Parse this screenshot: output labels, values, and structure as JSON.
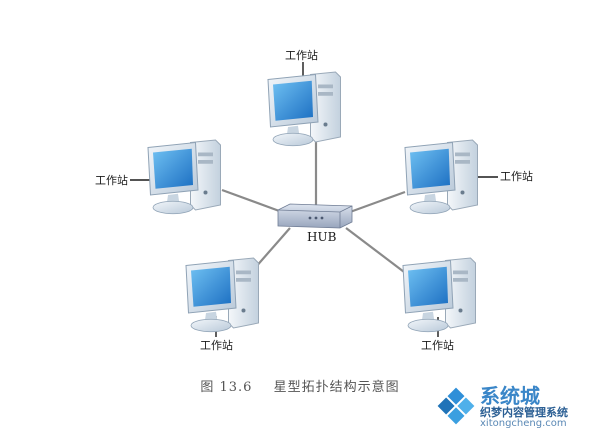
{
  "diagram": {
    "hub_label": "HUB",
    "nodes": [
      {
        "label": "工作站"
      },
      {
        "label": "工作站"
      },
      {
        "label": "工作站"
      },
      {
        "label": "工作站"
      },
      {
        "label": "工作站"
      }
    ],
    "caption_number": "图 13.6",
    "caption_text": "星型拓扑结构示意图"
  },
  "watermark": {
    "title": "系统城",
    "subtitle": "织梦内容管理系统",
    "domain": "xitongcheng.com"
  },
  "colors": {
    "screen": "#3f9be0",
    "monitor_frame": "#dfe9f3",
    "tower": "#e6eef6",
    "line": "#8a8a8a",
    "hub": "#b9c3d6"
  }
}
